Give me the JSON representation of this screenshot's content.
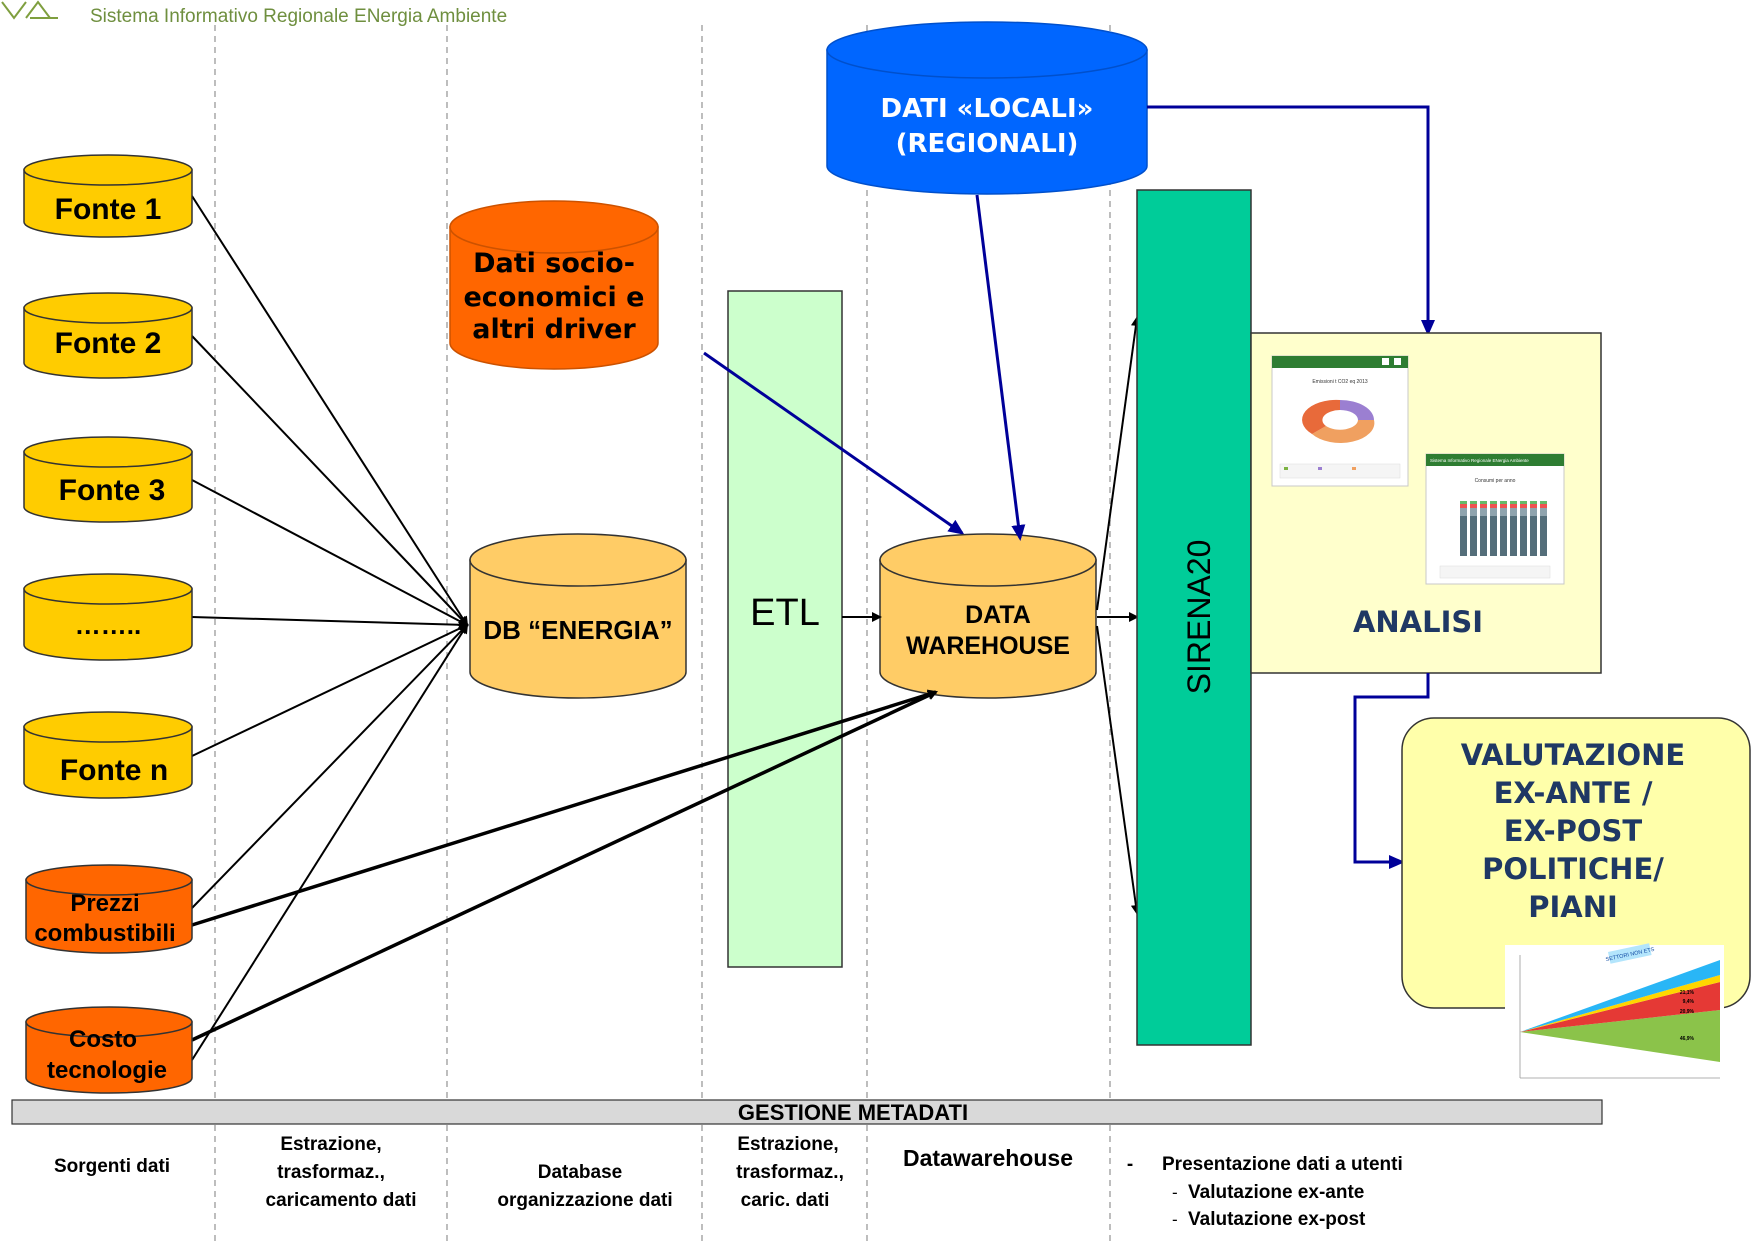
{
  "header": {
    "subtitle": "Sistema Informativo Regionale ENergia Ambiente"
  },
  "colors": {
    "source_yellow": "#ffcc00",
    "source_orange": "#ff6600",
    "db_energia": "#ffcc66",
    "etl": "#ccffcc",
    "sirena": "#00cc99",
    "dati_locali": "#0066ff",
    "analisi": "#ffffcc",
    "arrow_blue": "#000099",
    "metadata_bar": "#d9d9d9"
  },
  "sources": [
    {
      "label": "Fonte 1",
      "color": "yellow"
    },
    {
      "label": "Fonte 2",
      "color": "yellow"
    },
    {
      "label": "Fonte 3",
      "color": "yellow"
    },
    {
      "label": "……..",
      "color": "yellow"
    },
    {
      "label": "Fonte n",
      "color": "yellow"
    },
    {
      "label_line1": "Prezzi",
      "label_line2": "combustibili",
      "color": "orange"
    },
    {
      "label_line1": "Costo",
      "label_line2": "tecnologie",
      "color": "orange"
    }
  ],
  "dati_socio": {
    "line1": "Dati socio-",
    "line2": "economici e",
    "line3": "altri driver"
  },
  "dati_locali": {
    "line1": "DATI «LOCALI»",
    "line2": "(REGIONALI)"
  },
  "db_energia": {
    "label": "DB “ENERGIA”"
  },
  "etl": {
    "label": "ETL"
  },
  "data_warehouse": {
    "line1": "DATA",
    "line2": "WAREHOUSE"
  },
  "sirena": {
    "label": "SIRENA20"
  },
  "analisi": {
    "label": "ANALISI",
    "thumb1_title": "Emissioni t CO2 eq 2013",
    "thumb2_header": "Sistema Informativo Regionale ENergia Ambiente",
    "thumb2_title": "Consumi per anno"
  },
  "valutazione": {
    "line1": "VALUTAZIONE",
    "line2": "EX-ANTE /",
    "line3": "EX-POST",
    "line4": "POLITICHE/",
    "line5": "PIANI"
  },
  "mini_chart": {
    "tag": "SETTORI NON ETS",
    "values": [
      "21,1%",
      "9,4%",
      "20,9%",
      "46,9%"
    ]
  },
  "metadata_bar": {
    "label": "GESTIONE METADATI"
  },
  "columns": {
    "c1": "Sorgenti dati",
    "c2_line1": "Estrazione,",
    "c2_line2": "trasformaz.,",
    "c2_line3": "caricamento dati",
    "c3_line1": "Database",
    "c3_line2": "organizzazione dati",
    "c4_line1": "Estrazione,",
    "c4_line2": "trasformaz.,",
    "c4_line3": "caric. dati",
    "c5": "Datawarehouse",
    "c6_line1": "Presentazione dati a utenti",
    "c6_line2": "Valutazione ex-ante",
    "c6_line3": "Valutazione ex-post"
  }
}
